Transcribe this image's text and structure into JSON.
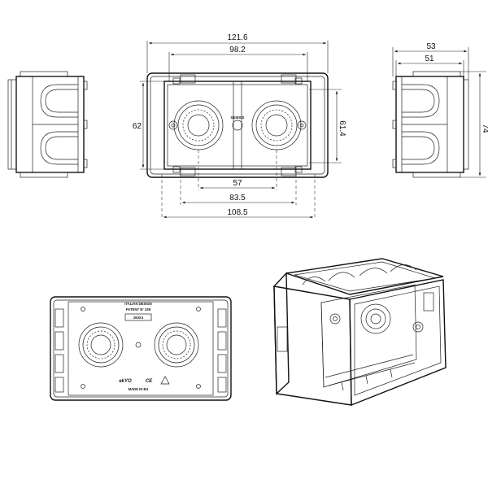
{
  "front_view": {
    "overall_width": "121.6",
    "inner_width": "98.2",
    "height": "62",
    "inner_height": "61.4",
    "hole_spacing": "57",
    "bottom_inner": "83.5",
    "bottom_overall": "108.5",
    "center_brand": "GEWISS"
  },
  "side_view": {
    "depth_overall": "53",
    "depth_inner": "51",
    "height": "74"
  },
  "bottom_view": {
    "line1": "ITALIAN DESIGN",
    "line2": "PATENT N° 239",
    "line3": "263X4",
    "brand": "ekYO",
    "mark": "CE",
    "made_in": "MADE IN EU"
  },
  "colors": {
    "stroke": "#111111",
    "background": "#ffffff"
  }
}
